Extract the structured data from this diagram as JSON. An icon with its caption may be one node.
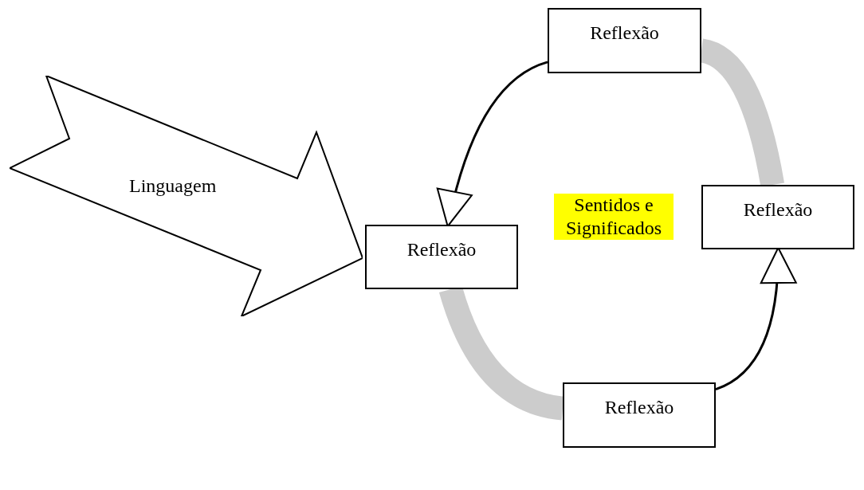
{
  "diagram": {
    "nodes": [
      {
        "text": [
          "Linguagem"
        ]
      },
      {
        "text": [
          "Reflexão"
        ]
      },
      {
        "text": [
          "Reflexão"
        ]
      },
      {
        "text": [
          "Sentidos e Significados"
        ]
      },
      {
        "text": [
          "Reflexão"
        ]
      },
      {
        "text": [
          "Reflexão"
        ]
      }
    ],
    "edges": [
      {
        "from": 1,
        "to": 2,
        "arrow": "to"
      },
      {
        "from": 2,
        "to": 5,
        "arrow": "none",
        "style": "thick",
        "color": "#cccccc"
      },
      {
        "from": 5,
        "to": 4,
        "arrow": "to"
      },
      {
        "from": 4,
        "to": 1,
        "arrow": "none",
        "style": "thick",
        "color": "#cccccc"
      }
    ]
  }
}
